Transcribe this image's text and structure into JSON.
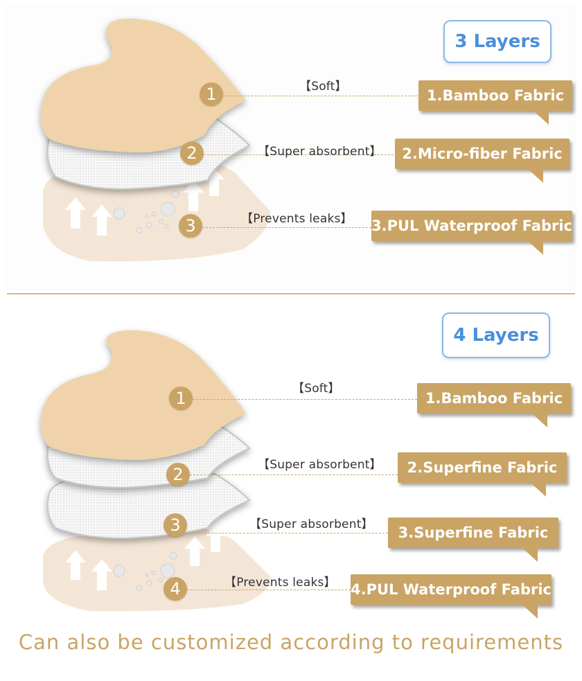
{
  "top": {
    "badge": "3 Layers",
    "layers": [
      {
        "number": "1",
        "property": "【Soft】",
        "name": "1.Bamboo Fabric"
      },
      {
        "number": "2",
        "property": "【Super absorbent】",
        "name": "2.Micro-fiber Fabric"
      },
      {
        "number": "3",
        "property": "【Prevents leaks】",
        "name": "3.PUL Waterproof Fabric"
      }
    ]
  },
  "bottom": {
    "badge": "4 Layers",
    "layers": [
      {
        "number": "1",
        "property": "【Soft】",
        "name": "1.Bamboo Fabric"
      },
      {
        "number": "2",
        "property": "【Super absorbent】",
        "name": "2.Superfine Fabric"
      },
      {
        "number": "3",
        "property": "【Super absorbent】",
        "name": "3.Superfine Fabric"
      },
      {
        "number": "4",
        "property": "【Prevents leaks】",
        "name": "4.PUL Waterproof Fabric"
      }
    ]
  },
  "footer": "Can also be customized according to requirements",
  "colors": {
    "gold": "#c9a464",
    "badge_blue": "#4a8fd9",
    "skin": "#f0d3aa",
    "white_layer": "#f4f4f4",
    "pul": "#f4e6d6"
  }
}
